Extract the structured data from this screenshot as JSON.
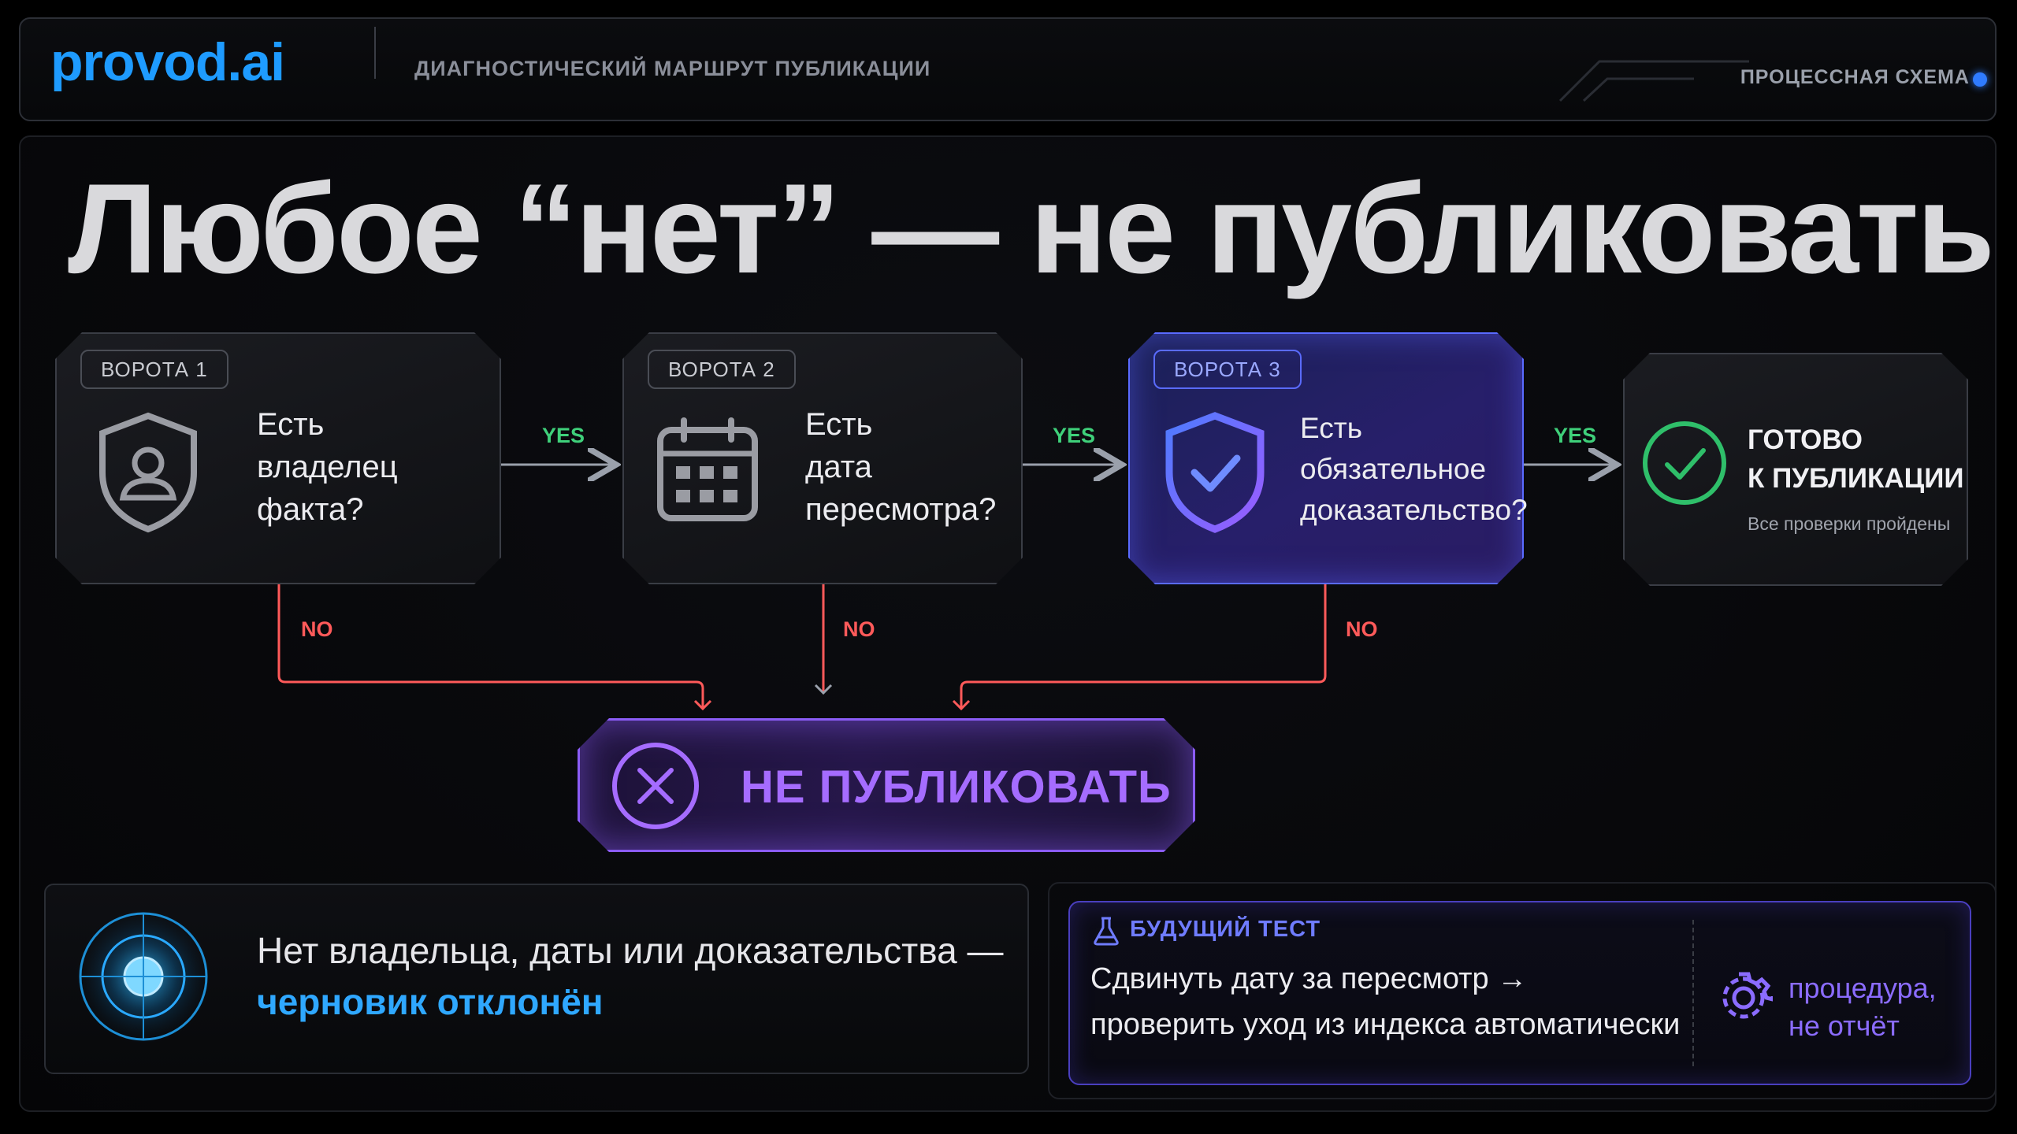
{
  "header": {
    "logo": "provod.ai",
    "subtitle": "ДИАГНОСТИЧЕСКИЙ МАРШРУТ ПУБЛИКАЦИИ",
    "badge": "ПРОЦЕССНАЯ СХЕМА"
  },
  "headline": "Любое “нет” — не публиковать",
  "gates": [
    {
      "chip": "ВОРОТА 1",
      "lines": [
        "Есть",
        "владелец",
        "факта?"
      ],
      "icon": "shield-user-icon"
    },
    {
      "chip": "ВОРОТА 2",
      "lines": [
        "Есть",
        "дата",
        "пересмотра?"
      ],
      "icon": "calendar-icon"
    },
    {
      "chip": "ВОРОТА 3",
      "lines": [
        "Есть",
        "обязательное",
        "доказательство?"
      ],
      "icon": "shield-check-icon",
      "active": true
    }
  ],
  "edges": {
    "yes": "YES",
    "no": "NO"
  },
  "ready": {
    "title_lines": [
      "ГОТОВО",
      "К ПУБЛИКАЦИИ"
    ],
    "subtitle": "Все проверки пройдены",
    "icon": "check-circle-icon"
  },
  "reject": {
    "label": "НЕ ПУБЛИКОВАТЬ",
    "icon": "x-circle-icon"
  },
  "bottom_left": {
    "line1": "Нет владельца, даты или доказательства —",
    "line2": "черновик отклонён",
    "icon": "radar-icon"
  },
  "future_test": {
    "label": "БУДУЩИЙ ТЕСТ",
    "icon": "flask-icon",
    "line1": "Сдвинуть дату за пересмотр →",
    "line2": "проверить уход из индекса автоматически",
    "aside_icon": "gear-icon",
    "aside_lines": [
      "процедура,",
      "не отчёт"
    ]
  },
  "colors": {
    "brand": "#1e9bff",
    "yes": "#3fd07a",
    "no": "#ff5a5a",
    "reject": "#8b5cf6",
    "active_gate": "#5a6bff"
  }
}
